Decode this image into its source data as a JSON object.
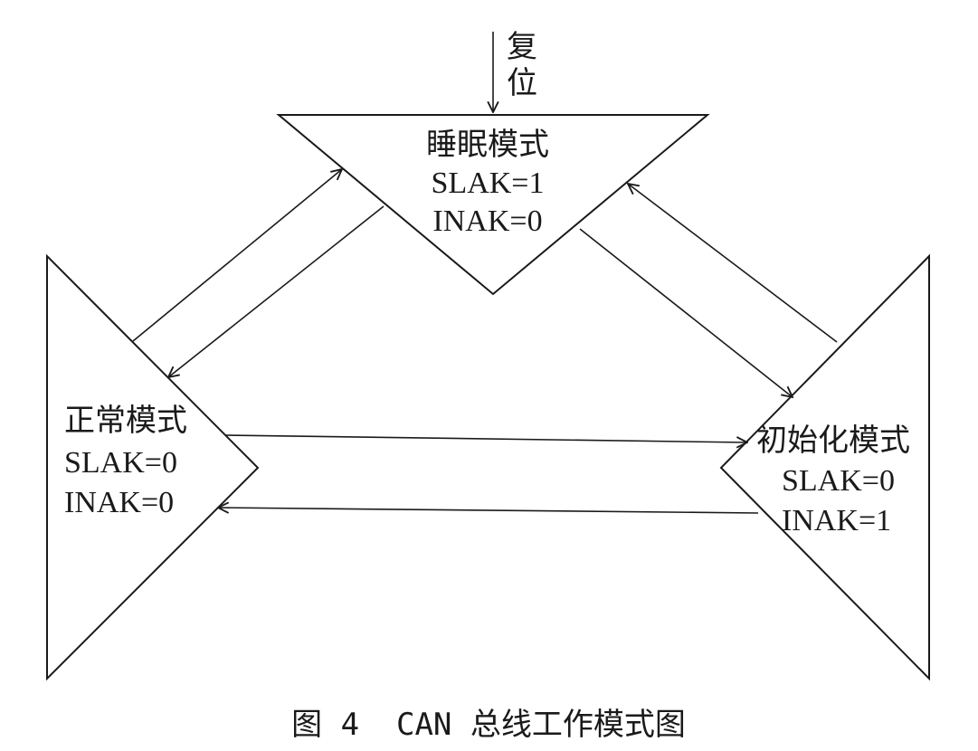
{
  "reset": {
    "line1": "复",
    "line2": "位"
  },
  "sleep_mode": {
    "title": "睡眠模式",
    "slak": "SLAK=1",
    "inak": "INAK=0"
  },
  "normal_mode": {
    "title": "正常模式",
    "slak": "SLAK=0",
    "inak": "INAK=0"
  },
  "init_mode": {
    "title": "初始化模式",
    "slak": "SLAK=0",
    "inak": "INAK=1"
  },
  "caption": "图 4  CAN 总线工作模式图",
  "colors": {
    "stroke": "#1a1a1a",
    "background": "#ffffff"
  }
}
